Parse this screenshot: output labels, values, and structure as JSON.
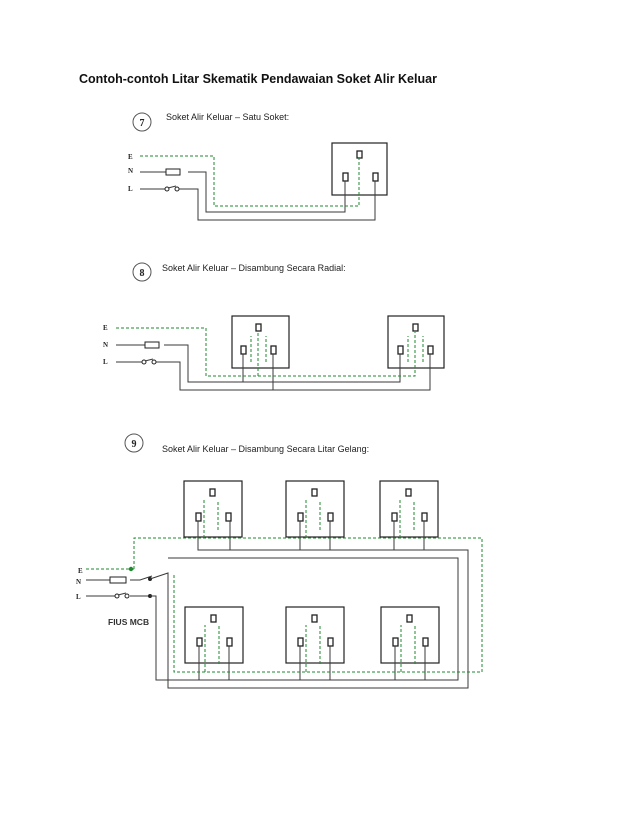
{
  "heading": "Contoh-contoh Litar Skematik Pendawaian Soket Alir Keluar",
  "diagrams": [
    {
      "number": "7",
      "caption": "Soket Alir Keluar – Satu Soket:"
    },
    {
      "number": "8",
      "caption": "Soket Alir Keluar –  Disambung Secara Radial:"
    },
    {
      "number": "9",
      "caption": "Soket Alir Keluar – Disambung Secara Litar Gelang:"
    }
  ],
  "terminals": {
    "earth": "E",
    "neutral": "N",
    "live": "L"
  },
  "fuse_label": "FIUS MCB",
  "colors": {
    "wire": "#3a3a3a",
    "earth_wire": "#1f8a2e",
    "outline": "#222222"
  }
}
